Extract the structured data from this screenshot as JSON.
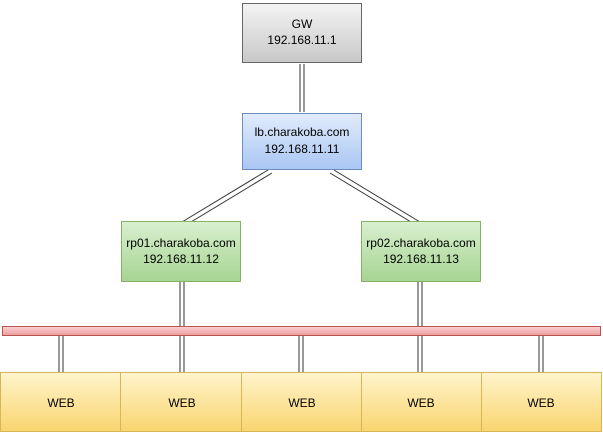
{
  "nodes": {
    "gw": {
      "name": "GW",
      "ip": "192.168.11.1"
    },
    "lb": {
      "name": "lb.charakoba.com",
      "ip": "192.168.11.11"
    },
    "rp01": {
      "name": "rp01.charakoba.com",
      "ip": "192.168.11.12"
    },
    "rp02": {
      "name": "rp02.charakoba.com",
      "ip": "192.168.11.13"
    }
  },
  "web_servers": [
    "WEB",
    "WEB",
    "WEB",
    "WEB",
    "WEB"
  ],
  "colors": {
    "gw_fill": "#e0e0e0",
    "gw_stroke": "#666666",
    "lb_fill": "#c9dcfa",
    "lb_stroke": "#6c8ebf",
    "rp_fill": "#bfe3b0",
    "rp_stroke": "#82b366",
    "web_fill": "#fde9a8",
    "web_stroke": "#d6b656",
    "bus_fill": "#f4b6b6",
    "bus_stroke": "#b85450",
    "link": "#333333"
  }
}
